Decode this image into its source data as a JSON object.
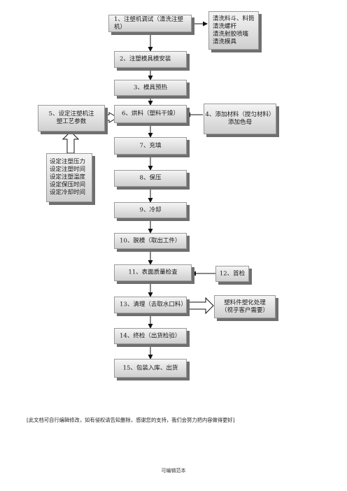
{
  "steps": [
    "1、注塑机调试（清洗注塑机）",
    "2、注塑模具模安装",
    "3、模具预热",
    "6、烘料（塑料干燥）",
    "7、充填",
    "8、保压",
    "9、冷却",
    "10、脱模（取出工件）",
    "11、表面质量检查",
    "13、清理（去取水口料）",
    "14、终检（出货检验）",
    "15、包装入库、出货"
  ],
  "clean_box": {
    "lines": [
      "清洗料斗、料筒",
      "清洗螺杆",
      "清洗射胶喷嘴",
      "清洗模具"
    ]
  },
  "material_box": {
    "lines": [
      "4、添加材料（搅匀材料）",
      "添加色母"
    ]
  },
  "setting_box": {
    "lines": [
      "5、设定注塑机注",
      "塑工艺参数"
    ]
  },
  "params_box": {
    "lines": [
      "设定注塑压力",
      "设定注塑时间",
      "设定注塑温度",
      "设定保压时间",
      "设定冷却时间"
    ]
  },
  "first_check": "12、首检",
  "post_process": {
    "lines": [
      "塑料件塑化处理",
      "（视乎客户需要）"
    ]
  },
  "note": "[此文档可自行编辑修改，如有侵权请告知删除，感谢您的支持，我们会努力把内容做得更好]",
  "footer": "可编辑范本"
}
